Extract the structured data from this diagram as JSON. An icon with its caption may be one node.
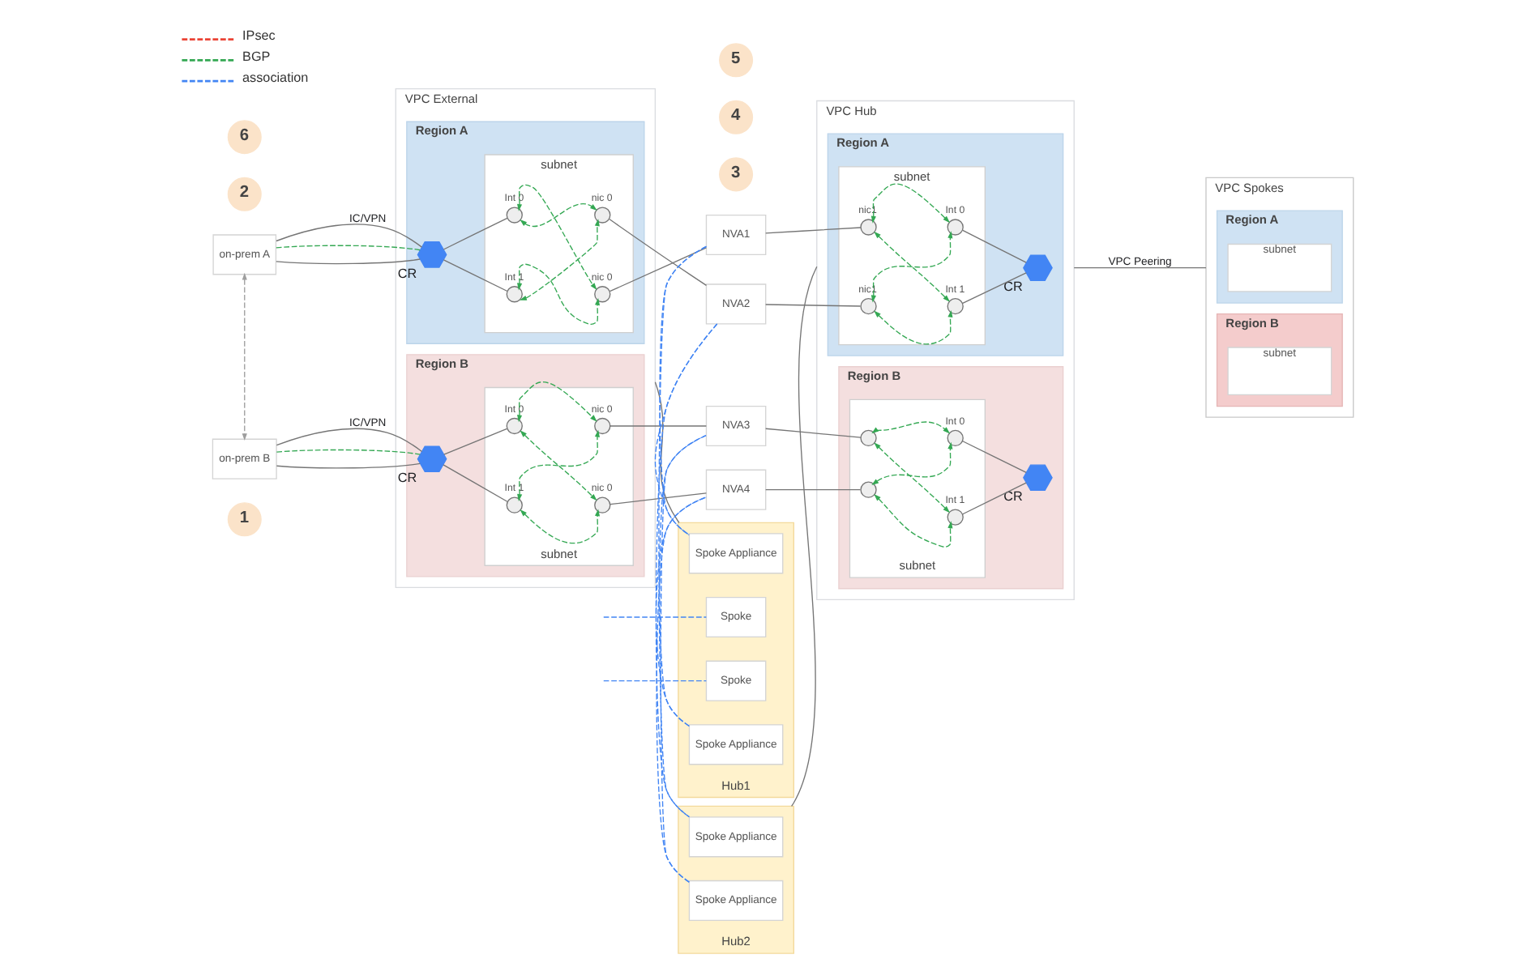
{
  "diagram": {
    "nodes": [
      {
        "text": [
          "1"
        ]
      },
      {
        "text": [
          "on-prem A"
        ]
      },
      {
        "text": [
          "on-prem B"
        ]
      },
      {
        "text": [
          "2"
        ]
      },
      {
        "text": [
          "VPC External"
        ]
      },
      {
        "text": [
          "Region A"
        ],
        "in": 4
      },
      {
        "text": [
          "subnet"
        ],
        "in": 5
      },
      {
        "text": [],
        "shape": "circle",
        "beside": [
          "nic 0"
        ],
        "in": 6
      },
      {
        "text": [],
        "shape": "circle",
        "beside": [
          "nic 0"
        ],
        "in": 6
      },
      {
        "text": [],
        "shape": "circle",
        "beside": [
          "Int 0"
        ],
        "in": 6
      },
      {
        "text": [],
        "shape": "circle",
        "beside": [
          "Int 1"
        ],
        "in": 6
      },
      {
        "text": [],
        "shape": "hexagon",
        "beside": [
          "CR"
        ],
        "in": 5
      },
      {
        "text": [
          "Region B"
        ],
        "in": 4
      },
      {
        "text": [],
        "shape": "hexagon",
        "beside": [
          "CR"
        ],
        "in": 12
      },
      {
        "text": [
          "subnet"
        ],
        "in": 12
      },
      {
        "text": [],
        "shape": "circle",
        "beside": [
          "Int 0"
        ],
        "in": 14
      },
      {
        "text": [],
        "shape": "circle",
        "beside": [
          "Int 1"
        ],
        "in": 14
      },
      {
        "text": [],
        "shape": "circle",
        "beside": [
          "nic 0"
        ],
        "in": 14
      },
      {
        "text": [],
        "shape": "circle",
        "beside": [
          "nic 0"
        ],
        "in": 14
      },
      {
        "text": [
          "3"
        ]
      },
      {
        "text": [
          "NVA1"
        ]
      },
      {
        "text": [
          "NVA2"
        ]
      },
      {
        "text": [
          "4"
        ]
      },
      {
        "text": [
          "5"
        ]
      },
      {
        "text": [
          "Hub1"
        ]
      },
      {
        "text": [
          "Spoke Appliance"
        ],
        "in": 24
      },
      {
        "text": [
          "Spoke"
        ],
        "in": 24
      },
      {
        "text": [
          "Spoke"
        ],
        "in": 24
      },
      {
        "text": [
          "Spoke Appliance"
        ],
        "in": 24
      },
      {
        "text": [
          "Hub2"
        ]
      },
      {
        "text": [
          "Spoke Appliance"
        ],
        "in": 29
      },
      {
        "text": [
          "Spoke Appliance"
        ],
        "in": 29
      },
      {
        "text": [
          "NVA3"
        ]
      },
      {
        "text": [
          "NVA4"
        ]
      },
      {
        "text": [
          "VPC Hub"
        ]
      },
      {
        "text": [
          "Region A"
        ],
        "in": 34
      },
      {
        "text": [
          "subnet"
        ],
        "in": 35
      },
      {
        "text": [],
        "shape": "circle",
        "beside": [
          "nic1"
        ],
        "in": 36
      },
      {
        "text": [],
        "shape": "circle",
        "beside": [
          "nic1"
        ],
        "in": 36
      },
      {
        "text": [],
        "shape": "circle",
        "beside": [
          "Int 0"
        ],
        "in": 36
      },
      {
        "text": [],
        "shape": "circle",
        "beside": [
          "Int 1"
        ],
        "in": 36
      },
      {
        "text": [],
        "shape": "hexagon",
        "beside": [
          "CR"
        ],
        "in": 35
      },
      {
        "text": [
          "Region B"
        ],
        "in": 34
      },
      {
        "text": [],
        "shape": "hexagon",
        "beside": [
          "CR"
        ],
        "in": 42
      },
      {
        "text": [
          "subnet"
        ],
        "in": 42
      },
      {
        "text": [],
        "shape": "circle",
        "beside": [
          "Int 0"
        ],
        "in": 44
      },
      {
        "text": [],
        "shape": "circle",
        "beside": [
          "Int 1"
        ],
        "in": 44
      },
      {
        "text": [],
        "shape": "circle",
        "in": 44
      },
      {
        "text": [],
        "shape": "circle",
        "in": 44
      },
      {
        "text": [
          "6"
        ]
      },
      {
        "text": [
          "VPC Spokes"
        ]
      },
      {
        "text": [
          "Region A"
        ],
        "in": 50
      },
      {
        "text": [
          "subnet"
        ],
        "in": 51
      },
      {
        "text": [
          "Region B"
        ],
        "in": 50
      },
      {
        "text": [
          "subnet"
        ],
        "in": 53
      }
    ],
    "edges": [
      {
        "from": 1,
        "to": 11,
        "arrow": "none",
        "label": "IC/VPN"
      },
      {
        "from": 1,
        "to": 11,
        "arrow": "none"
      },
      {
        "from": 1,
        "to": 11,
        "arrow": "none",
        "style": "dashed",
        "color": "#34a853"
      },
      {
        "from": 2,
        "to": 13,
        "arrow": "none",
        "label": "IC/VPN"
      },
      {
        "from": 2,
        "to": 13,
        "arrow": "none"
      },
      {
        "from": 2,
        "to": 13,
        "arrow": "none",
        "style": "dashed",
        "color": "#34a853"
      },
      {
        "from": 1,
        "to": 2,
        "arrow": "both",
        "style": "dashed",
        "color": "#9e9e9e"
      },
      {
        "from": 11,
        "to": 9,
        "arrow": "none"
      },
      {
        "from": 11,
        "to": 10,
        "arrow": "none"
      },
      {
        "from": 13,
        "to": 15,
        "arrow": "none"
      },
      {
        "from": 13,
        "to": 16,
        "arrow": "none"
      },
      {
        "from": 9,
        "to": 7,
        "arrow": "both",
        "style": "dashed",
        "color": "#34a853"
      },
      {
        "from": 10,
        "to": 7,
        "arrow": "both",
        "style": "dashed",
        "color": "#34a853"
      },
      {
        "from": 9,
        "to": 8,
        "arrow": "both",
        "style": "dashed",
        "color": "#34a853"
      },
      {
        "from": 10,
        "to": 8,
        "arrow": "both",
        "style": "dashed",
        "color": "#34a853"
      },
      {
        "from": 15,
        "to": 17,
        "arrow": "both",
        "style": "dashed",
        "color": "#34a853"
      },
      {
        "from": 16,
        "to": 17,
        "arrow": "both",
        "style": "dashed",
        "color": "#34a853"
      },
      {
        "from": 15,
        "to": 18,
        "arrow": "both",
        "style": "dashed",
        "color": "#34a853"
      },
      {
        "from": 16,
        "to": 18,
        "arrow": "both",
        "style": "dashed",
        "color": "#34a853"
      },
      {
        "from": 7,
        "to": 20,
        "arrow": "none"
      },
      {
        "from": 8,
        "to": 21,
        "arrow": "none"
      },
      {
        "from": 17,
        "to": 32,
        "arrow": "none"
      },
      {
        "from": 18,
        "to": 33,
        "arrow": "none"
      },
      {
        "from": 20,
        "to": 37,
        "arrow": "none"
      },
      {
        "from": 21,
        "to": 38,
        "arrow": "none"
      },
      {
        "from": 32,
        "to": 47,
        "arrow": "none"
      },
      {
        "from": 33,
        "to": 48,
        "arrow": "none"
      },
      {
        "from": 37,
        "to": 39,
        "arrow": "both",
        "style": "dashed",
        "color": "#34a853"
      },
      {
        "from": 37,
        "to": 40,
        "arrow": "both",
        "style": "dashed",
        "color": "#34a853"
      },
      {
        "from": 38,
        "to": 39,
        "arrow": "both",
        "style": "dashed",
        "color": "#34a853"
      },
      {
        "from": 38,
        "to": 40,
        "arrow": "both",
        "style": "dashed",
        "color": "#34a853"
      },
      {
        "from": 39,
        "to": 41,
        "arrow": "none"
      },
      {
        "from": 40,
        "to": 41,
        "arrow": "none"
      },
      {
        "from": 47,
        "to": 45,
        "arrow": "both",
        "style": "dashed",
        "color": "#34a853"
      },
      {
        "from": 47,
        "to": 46,
        "arrow": "both",
        "style": "dashed",
        "color": "#34a853"
      },
      {
        "from": 48,
        "to": 45,
        "arrow": "both",
        "style": "dashed",
        "color": "#34a853"
      },
      {
        "from": 48,
        "to": 46,
        "arrow": "both",
        "style": "dashed",
        "color": "#34a853"
      },
      {
        "from": 45,
        "to": 43,
        "arrow": "none"
      },
      {
        "from": 46,
        "to": 43,
        "arrow": "none"
      },
      {
        "from": 20,
        "to": 25,
        "arrow": "none",
        "style": "dashed",
        "color": "#4285f4"
      },
      {
        "from": 21,
        "to": 25,
        "arrow": "none",
        "style": "dashed",
        "color": "#4285f4"
      },
      {
        "from": 20,
        "to": 30,
        "arrow": "none",
        "style": "dashed",
        "color": "#4285f4"
      },
      {
        "from": 21,
        "to": 30,
        "arrow": "none",
        "style": "dashed",
        "color": "#4285f4"
      },
      {
        "from": 28,
        "to": 32,
        "arrow": "none",
        "style": "dashed",
        "color": "#4285f4"
      },
      {
        "from": 28,
        "to": 33,
        "arrow": "none",
        "style": "dashed",
        "color": "#4285f4"
      },
      {
        "from": 31,
        "to": 32,
        "arrow": "none",
        "style": "dashed",
        "color": "#4285f4"
      },
      {
        "from": 31,
        "to": 33,
        "arrow": "none",
        "style": "dashed",
        "color": "#4285f4"
      },
      {
        "from": null,
        "to": 26,
        "arrow": "none",
        "style": "dashed",
        "color": "#4285f4"
      },
      {
        "from": null,
        "to": 27,
        "arrow": "none",
        "style": "dashed",
        "color": "#4285f4"
      },
      {
        "from": 4,
        "to": 24,
        "arrow": "none"
      },
      {
        "from": 29,
        "to": 34,
        "arrow": "none"
      },
      {
        "from": 34,
        "to": 50,
        "arrow": "none",
        "label": "VPC Peering"
      }
    ],
    "legend": [
      {
        "text": "IPsec"
      },
      {
        "text": "BGP"
      },
      {
        "text": "association"
      }
    ]
  }
}
